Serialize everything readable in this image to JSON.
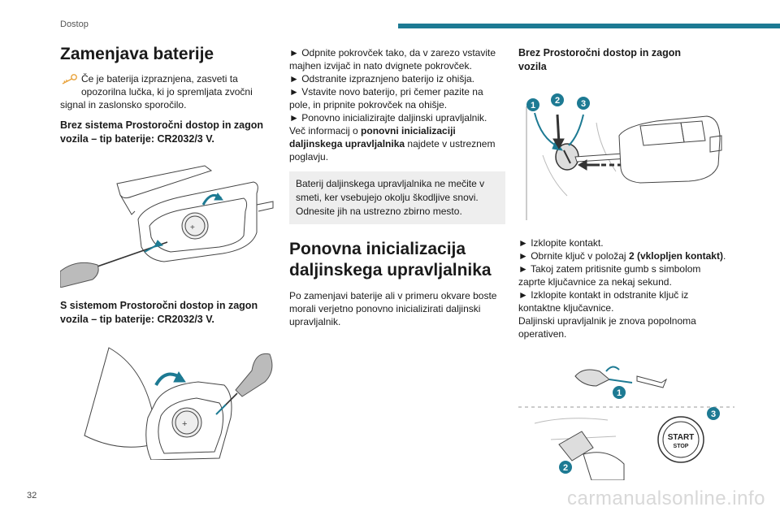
{
  "header": {
    "section": "Dostop"
  },
  "page_number": "32",
  "watermark": "carmanualsonline.info",
  "col1": {
    "title": "Zamenjava baterije",
    "note_line1": "Če je baterija izpraznjena, zasveti ta",
    "note_line2": "opozorilna lučka, ki jo spremljata zvočni",
    "note_line3": "signal in zaslonsko sporočilo.",
    "sub1_line1": "Brez sistema Prostoročni dostop in zagon",
    "sub1_line2": "vozila – tip baterije: CR2032/3 V.",
    "sub2_line1": "S sistemom Prostoročni dostop in zagon",
    "sub2_line2": "vozila – tip baterije: CR2032/3 V."
  },
  "col2": {
    "steps": [
      "► Odpnite pokrovček tako, da v zarezo vstavite",
      "majhen izvijač in nato dvignete pokrovček.",
      "► Odstranite izpraznjeno baterijo iz ohišja.",
      "► Vstavite novo baterijo, pri čemer pazite na",
      "pole, in pripnite pokrovček na ohišje.",
      "► Ponovno inicializirajte daljinski upravljalnik."
    ],
    "more_prefix": "Več informacij o ",
    "more_bold1": "ponovni inicializaciji",
    "more_bold2": "daljinskega upravljalnika",
    "more_suffix": " najdete v ustreznem",
    "more_end": "poglavju.",
    "box_lines": [
      "Baterij daljinskega upravljalnika ne mečite v",
      "smeti, ker vsebujejo okolju škodljive snovi.",
      "Odnesite jih na ustrezno zbirno mesto."
    ],
    "title2_line1": "Ponovna inicializacija",
    "title2_line2": "daljinskega upravljalnika",
    "para_lines": [
      "Po zamenjavi baterije ali v primeru okvare boste",
      "morali verjetno ponovno inicializirati daljinski",
      "upravljalnik."
    ]
  },
  "col3": {
    "sub_line1": "Brez Prostoročni dostop in zagon",
    "sub_line2": "vozila",
    "callouts": [
      "1",
      "2",
      "3"
    ],
    "step1": "► Izklopite kontakt.",
    "step2_prefix": "► Obrnite ključ v položaj ",
    "step2_bold": "2 (vklopljen kontakt)",
    "step2_suffix": ".",
    "step3_line1": "► Takoj zatem pritisnite gumb s simbolom",
    "step3_line2": "zaprte ključavnice za nekaj sekund.",
    "step4_line1": "► Izklopite kontakt in odstranite ključ iz",
    "step4_line2": "kontaktne ključavnice.",
    "final_line1": "Daljinski upravljalnik je znova popolnoma",
    "final_line2": "operativen.",
    "start_label": "START",
    "stop_label": "STOP"
  },
  "colors": {
    "accent": "#1d7a93",
    "note_icon": "#e8a23a",
    "callout": "#1d7a93"
  }
}
